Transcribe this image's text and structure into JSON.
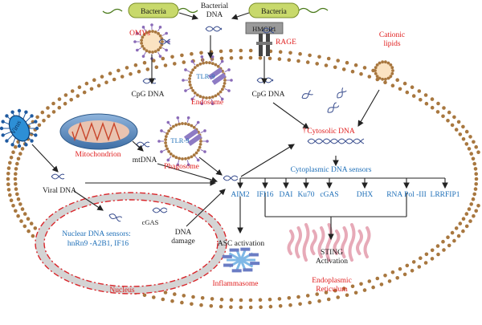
{
  "labels": {
    "bacteria_left": "Bacteria",
    "bacteria_right": "Bacteria",
    "bacterial_dna": "Bacterial\nDNA",
    "omvs": "OMVs",
    "hmgb1": "HMGB1",
    "rage": "RAGE",
    "cationic_lipids": "Cationic\nlipids",
    "tlr9_endosome": "TLR-9",
    "endosome": "Endosome",
    "cpg_dna_left": "CpG  DNA",
    "cpg_dna_mid": "CpG DNA",
    "virus": "Virus",
    "mitochondrion": "Mitochondrion",
    "mtdna": "mtDNA",
    "tlr9_phagosome": "TLR-9",
    "phagosome": "Phagosome",
    "cytosolic_dna": "Cytosolic   DNA",
    "cytosolic_dagger": "†",
    "cyto_sensors": "Cytoplasmic DNA sensors",
    "viral_dna": "Viral DNA",
    "cgas_nuclear": "cGAS",
    "nuclear_sensors_title": "Nuclear DNA sensors:",
    "nuclear_sensors_list": "hnRn9   -A2B1, IF16",
    "dna_damage": "DNA\ndamage",
    "nucleus": "Nucleus",
    "sensors": [
      "AIM2",
      "IFI16",
      "DAI",
      "Ku70",
      "cGAS",
      "DHX",
      "RNA Pol   -III",
      "LRRFIP1"
    ],
    "asc": "ASC activation",
    "inflammasome": "Inflammasome",
    "sting": "STING\nActivation",
    "er": "Endoplasmic\nReticulum"
  },
  "colors": {
    "red_label": "#e02020",
    "blue_label": "#1e6fb8",
    "membrane_bead": "#a8773f",
    "nucleus_border": "#d9262b",
    "mitochondrion": "#5b8cc0",
    "er": "#e7aab8",
    "virus": "#2d8fd6",
    "bacteria": "#c8d96b"
  }
}
